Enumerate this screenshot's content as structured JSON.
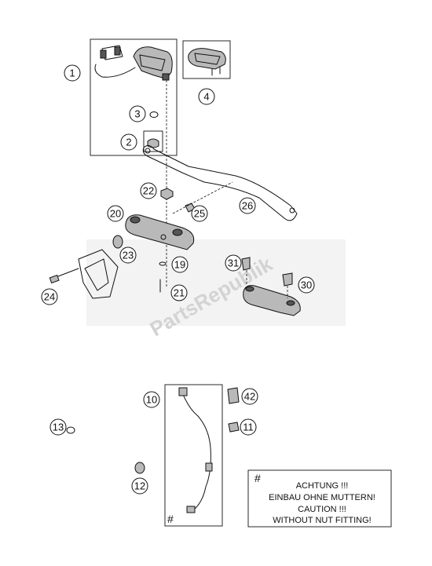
{
  "callouts": {
    "c1": "1",
    "c2": "2",
    "c3": "3",
    "c4": "4",
    "c10": "10",
    "c11": "11",
    "c12": "12",
    "c13": "13",
    "c19": "19",
    "c20": "20",
    "c21": "21",
    "c22": "22",
    "c23": "23",
    "c24": "24",
    "c25": "25",
    "c26": "26",
    "c30": "30",
    "c31": "31",
    "c42": "42"
  },
  "note": {
    "hash": "#",
    "line1": "ACHTUNG !!!",
    "line2": "EINBAU OHNE MUTTERN!",
    "line3": "CAUTION !!!",
    "line4": "WITHOUT NUT FITTING!"
  },
  "cable_hash": "#",
  "watermark": "PartsRepublik",
  "colors": {
    "line": "#111111",
    "part_fill": "#b9b9b9",
    "background": "#ffffff",
    "watermark": "#d3d3d3"
  }
}
